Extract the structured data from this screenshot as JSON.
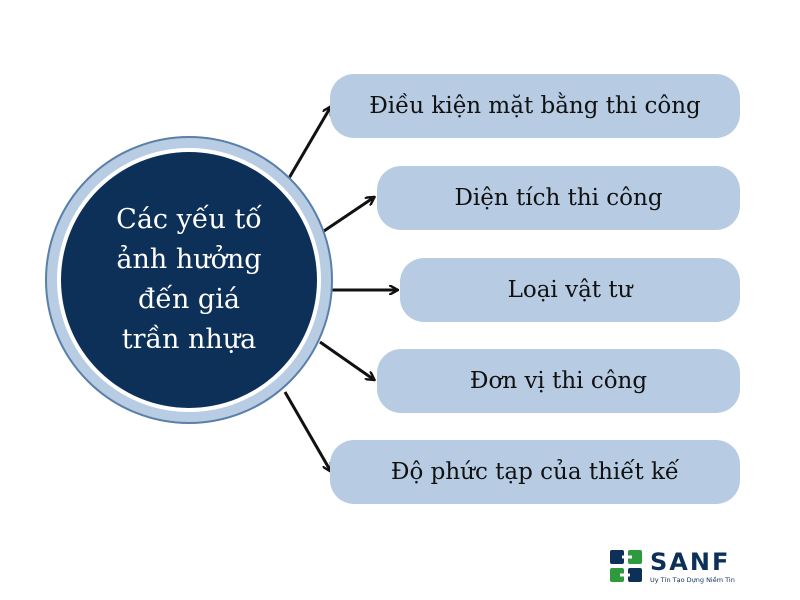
{
  "colors": {
    "center_fill": "#0d3059",
    "ring_fill": "#b8cde4",
    "box_fill": "#b7cce3",
    "arrow": "#111111",
    "brand_green": "#2e9a3e",
    "brand_navy": "#0d3059"
  },
  "center": {
    "title": "Các yếu tố\nảnh hưởng\nđến giá\ntrần nhựa"
  },
  "factors": [
    {
      "label": "Điều kiện mặt bằng thi công"
    },
    {
      "label": "Diện tích thi công"
    },
    {
      "label": "Loại vật tư"
    },
    {
      "label": "Đơn vị thi công"
    },
    {
      "label": "Độ phức tạp của thiết kế"
    }
  ],
  "brand": {
    "name": "SANF",
    "tagline": "Uy Tín Tạo Dựng Niềm Tin",
    "logo_icon": "sanf-logo-icon"
  }
}
